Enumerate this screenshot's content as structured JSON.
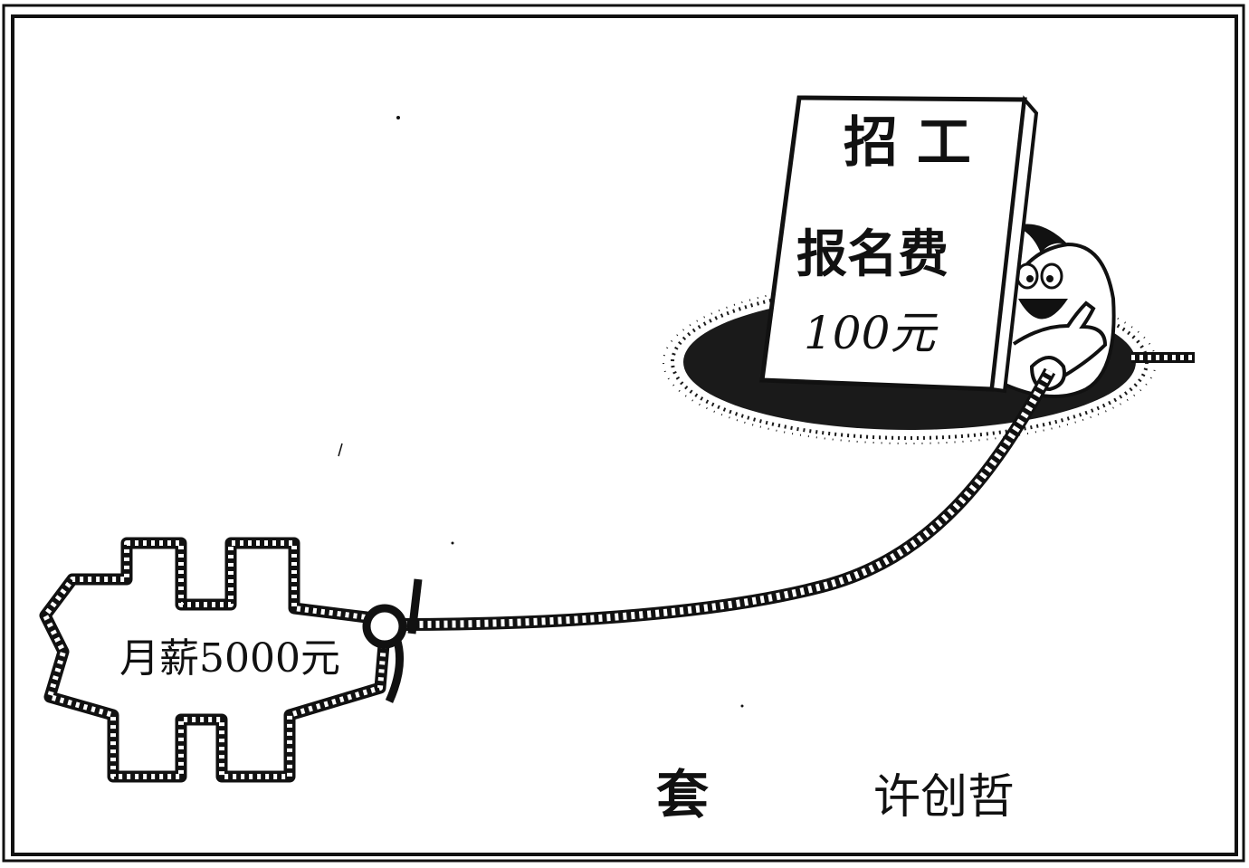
{
  "sign": {
    "line1": "招 工",
    "line2": "报名费",
    "line3": "100元"
  },
  "noose": {
    "text": "月薪5000元"
  },
  "caption": {
    "title": "套",
    "author": "许创哲"
  },
  "colors": {
    "ink": "#111111",
    "paper": "#ffffff",
    "hole": "#1a1a1a"
  }
}
